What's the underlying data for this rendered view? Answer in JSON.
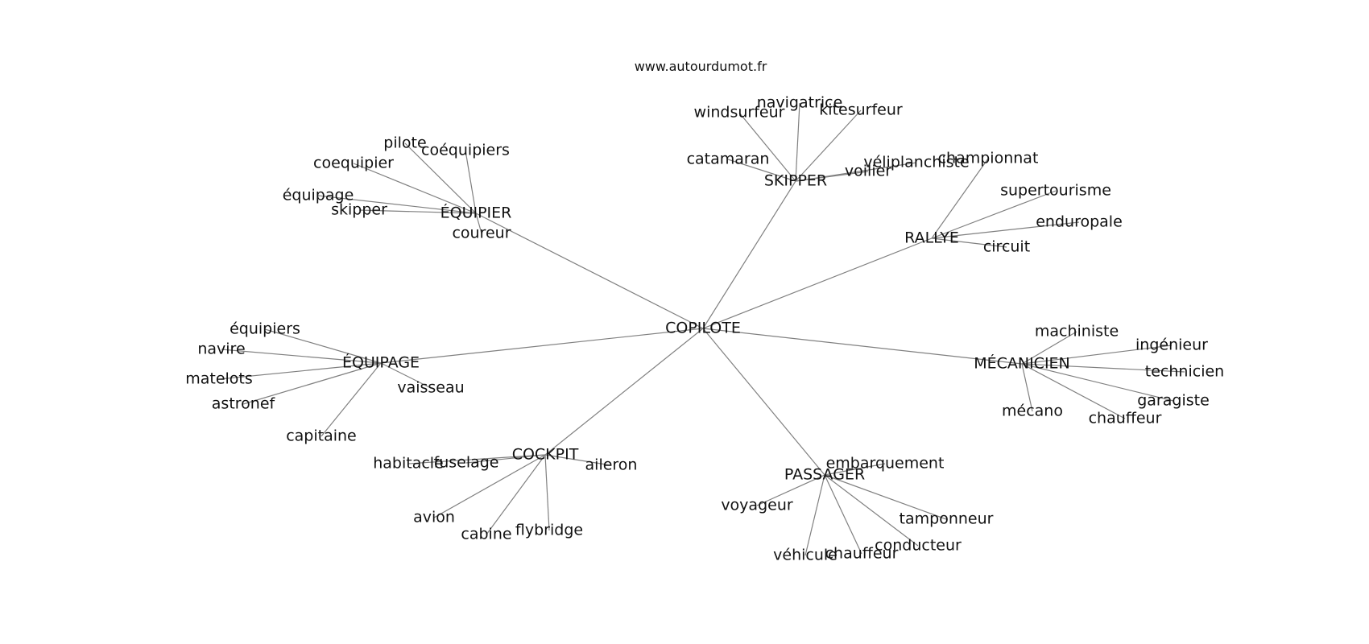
{
  "source": "www.autourdumot.fr",
  "colors": {
    "edge": "#808080",
    "text": "#111111",
    "background": "#ffffff"
  },
  "center": {
    "id": "copilote",
    "label": "COPILOTE"
  },
  "groups": [
    {
      "id": "equipier",
      "label": "ÉQUIPIER",
      "leaves": [
        "pilote",
        "coéquipiers",
        "coequipier",
        "équipage",
        "skipper",
        "coureur"
      ]
    },
    {
      "id": "skipper",
      "label": "SKIPPER",
      "leaves": [
        "navigatrice",
        "windsurfeur",
        "kitesurfeur",
        "catamaran",
        "voilier",
        "véliplanchiste"
      ]
    },
    {
      "id": "rallye",
      "label": "RALLYE",
      "leaves": [
        "championnat",
        "supertourisme",
        "enduropale",
        "circuit"
      ]
    },
    {
      "id": "equipage",
      "label": "ÉQUIPAGE",
      "leaves": [
        "équipiers",
        "navire",
        "matelots",
        "astronef",
        "capitaine",
        "vaisseau"
      ]
    },
    {
      "id": "mecanicien",
      "label": "MÉCANICIEN",
      "leaves": [
        "machiniste",
        "ingénieur",
        "technicien",
        "garagiste",
        "chauffeur",
        "mécano"
      ]
    },
    {
      "id": "cockpit",
      "label": "COCKPIT",
      "leaves": [
        "habitacle",
        "fuselage",
        "aileron",
        "avion",
        "cabine",
        "flybridge"
      ]
    },
    {
      "id": "passager",
      "label": "PASSAGER",
      "leaves": [
        "embarquement",
        "voyageur",
        "tamponneur",
        "conducteur",
        "véhicule",
        "chauffeur"
      ]
    }
  ]
}
